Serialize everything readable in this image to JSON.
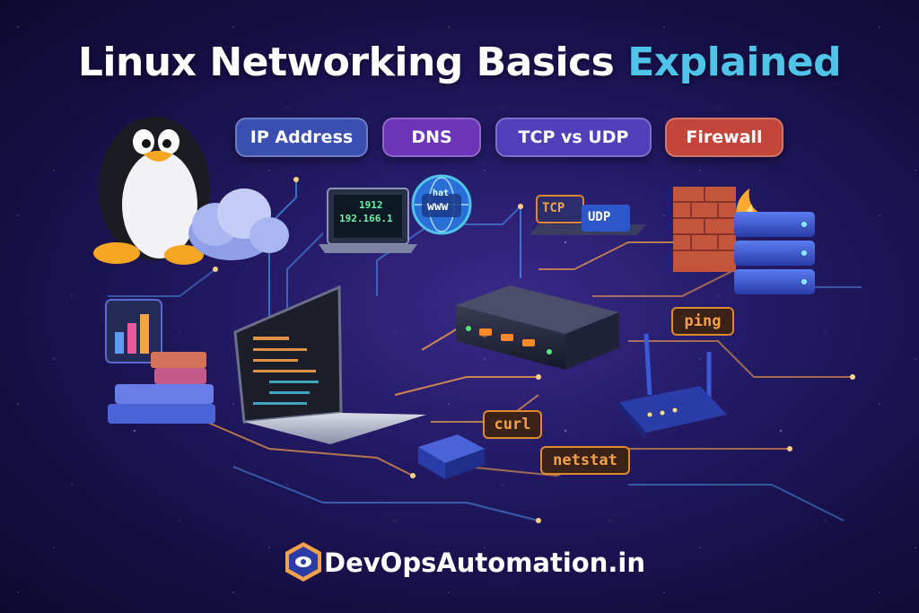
{
  "title": {
    "main": "Linux Networking Basics",
    "accent": "Explained"
  },
  "topics": [
    {
      "label": "IP Address",
      "color": "#3a4fb0"
    },
    {
      "label": "DNS",
      "color": "#6a35b8"
    },
    {
      "label": "TCP vs UDP",
      "color": "#4f3fb8"
    },
    {
      "label": "Firewall",
      "color": "#c2473a"
    }
  ],
  "laptop_small_screen": {
    "line1": "1912",
    "line2": "192.166.1"
  },
  "dns_globe": {
    "top": "hat",
    "bottom": "www"
  },
  "protocols": {
    "tcp": "TCP",
    "udp": "UDP"
  },
  "commands": {
    "ping": "ping",
    "curl": "curl",
    "netstat": "netstat"
  },
  "brand": {
    "name": "DevOpsAutomation.in"
  },
  "colors": {
    "accent": "#4fc3e8",
    "circuit_orange": "#f5a04a",
    "circuit_blue": "#4fa8ff"
  }
}
